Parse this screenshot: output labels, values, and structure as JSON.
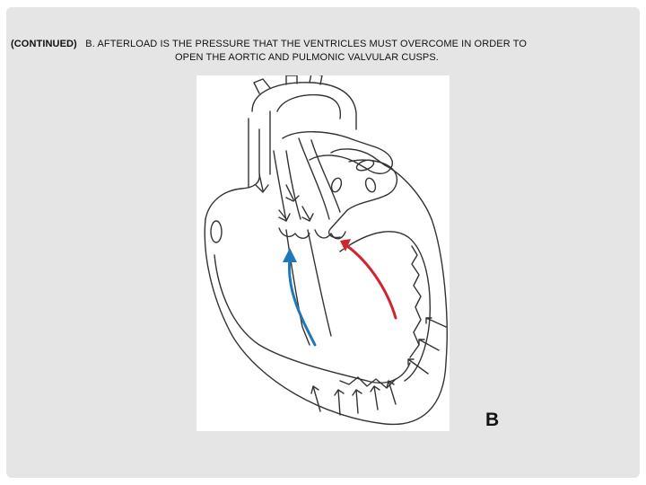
{
  "slide": {
    "heading_prefix": "(CONTINUED)",
    "heading_line1": "B. AFTERLOAD IS THE PRESSURE THAT THE VENTRICLES MUST OVERCOME IN ORDER TO",
    "heading_line2": "OPEN THE AORTIC AND PULMONIC VALVULAR CUSPS.",
    "figure_label": "B"
  },
  "illustration": {
    "subject": "heart-cross-section",
    "right_ventricle_arrow_color": "#1f78b8",
    "left_ventricle_arrow_color": "#d3232f",
    "outline_color": "#333333"
  }
}
